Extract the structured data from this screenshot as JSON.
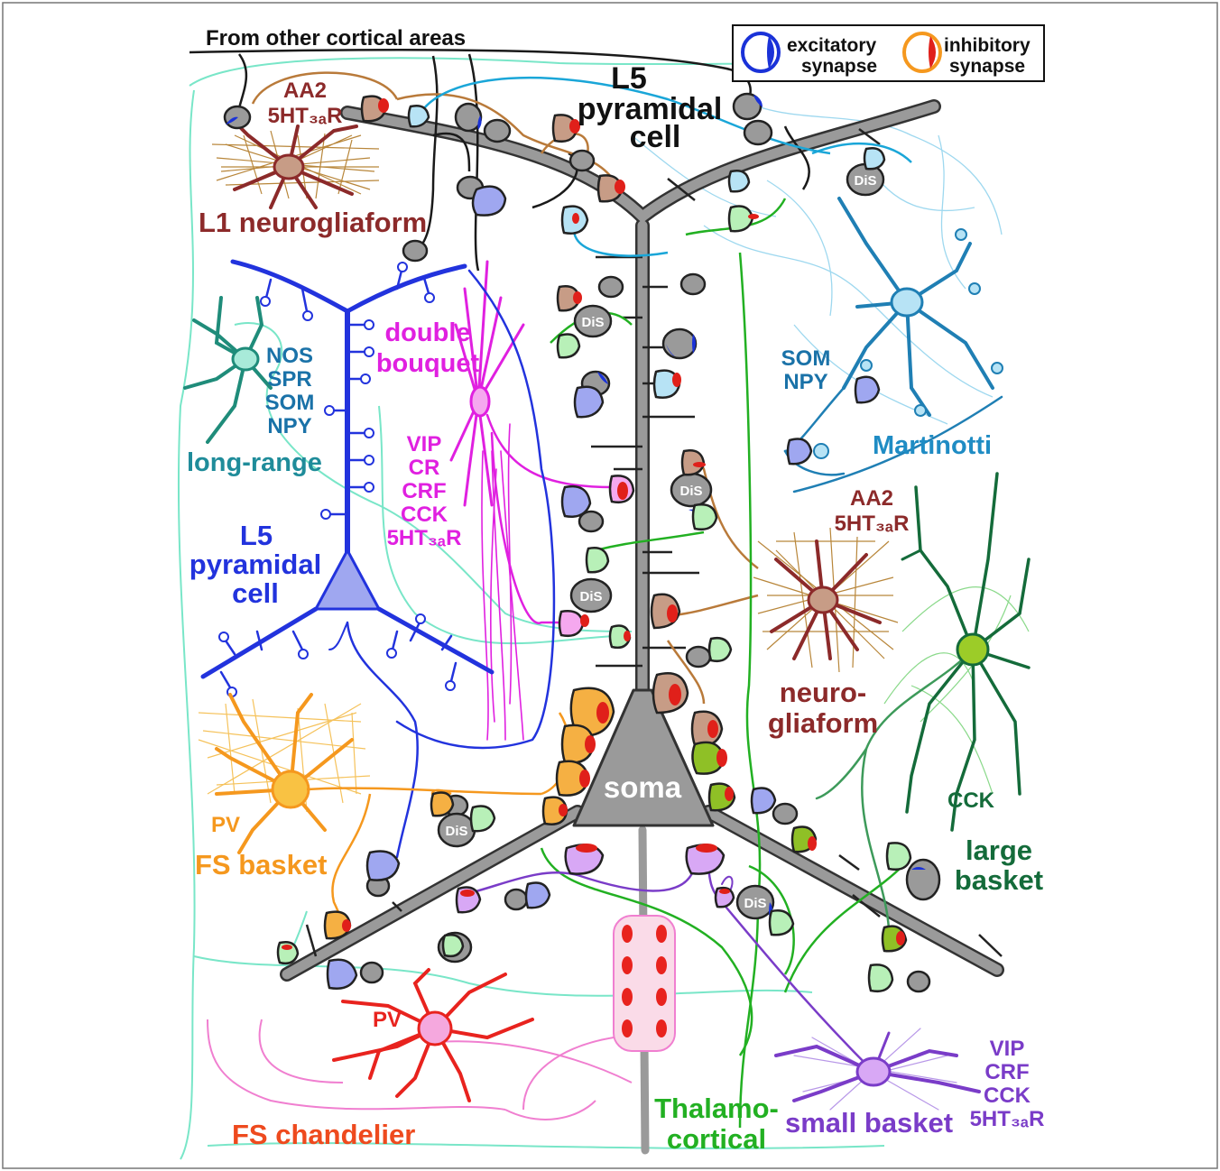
{
  "title_top": "From other cortical areas",
  "legend": {
    "excitatory_1": "excitatory",
    "excitatory_2": "synapse",
    "inhibitory_1": "inhibitory",
    "inhibitory_2": "synapse"
  },
  "main_cell": {
    "line1": "L5",
    "line2": "pyramidal",
    "line3": "cell"
  },
  "soma": "soma",
  "dis": "DiS",
  "l1_neurogliaform": {
    "m1": "AA2",
    "m2": "5HT₃ₐR",
    "name": "L1 neurogliaform"
  },
  "double_bouquet": {
    "name1": "double",
    "name2": "bouquet",
    "markers": [
      "VIP",
      "CR",
      "CRF",
      "CCK",
      "5HT₃ₐR"
    ]
  },
  "long_range": {
    "markers": [
      "NOS",
      "SPR",
      "SOM",
      "NPY"
    ],
    "name": "long-range"
  },
  "left_pyramidal": {
    "line1": "L5",
    "line2": "pyramidal",
    "line3": "cell"
  },
  "martinotti": {
    "markers": [
      "SOM",
      "NPY"
    ],
    "name": "Martinotti"
  },
  "neurogliaform": {
    "m1": "AA2",
    "m2": "5HT₃ₐR",
    "name1": "neuro-",
    "name2": "gliaform"
  },
  "large_basket": {
    "marker": "CCK",
    "name1": "large",
    "name2": "basket"
  },
  "fs_basket": {
    "marker": "PV",
    "name": "FS basket"
  },
  "fs_chandelier": {
    "marker": "PV",
    "name": "FS chandelier"
  },
  "thalamo": {
    "name1": "Thalamo-",
    "name2": "cortical"
  },
  "small_basket": {
    "markers": [
      "VIP",
      "CRF",
      "CCK",
      "5HT₃ₐR"
    ],
    "name": "small basket"
  },
  "colors": {
    "pyramidal_gray": "#8f8f8f",
    "excitatory_blue": "#1a32d8",
    "inhibitory_red": "#e0201a",
    "l1_neurogliaform": "#8c2a2a",
    "double_bouquet": "#e020e0",
    "long_range": "#1f8c7a",
    "left_pyramidal": "#2233dd",
    "martinotti": "#1f7fb4",
    "large_basket": "#146b3a",
    "fs_basket": "#f5981e",
    "fs_chandelier": "#e8231e",
    "thalamocortical": "#22b022",
    "small_basket": "#7a3cc8"
  }
}
